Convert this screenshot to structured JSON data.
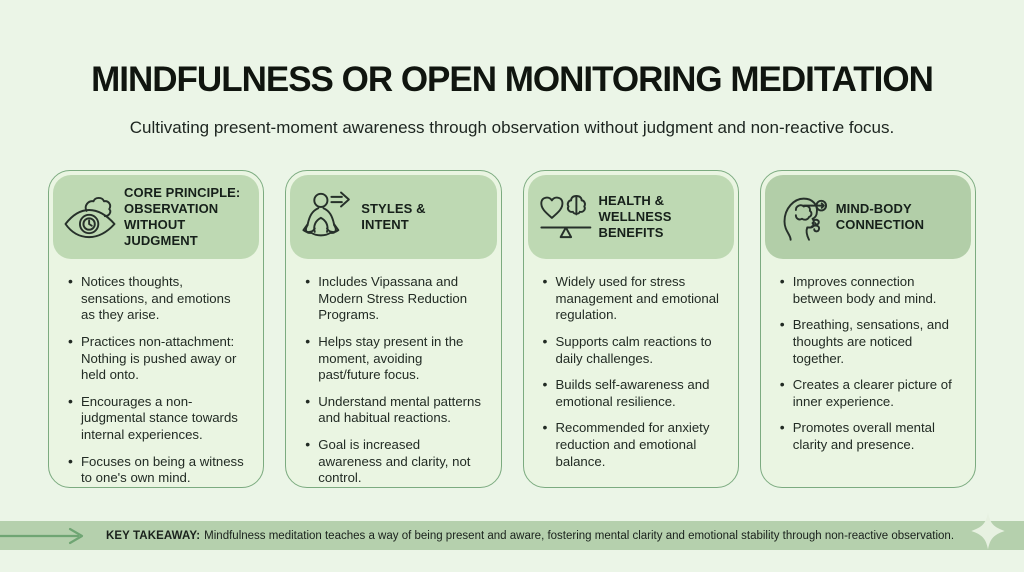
{
  "header": {
    "title": "MINDFULNESS OR OPEN MONITORING MEDITATION",
    "subtitle": "Cultivating present-moment awareness through observation without judgment and non-reactive focus."
  },
  "cards": [
    {
      "icon": "eye-observation-icon",
      "title": "CORE PRINCIPLE:\nOBSERVATION\nWITHOUT\nJUDGMENT",
      "bullets": [
        "Notices thoughts, sensations, and emotions as they arise.",
        "Practices non-attachment: Nothing is pushed away or held onto.",
        "Encourages a non-judgmental stance towards internal experiences.",
        "Focuses on being a witness to one's own mind."
      ]
    },
    {
      "icon": "meditation-pose-icon",
      "title": "STYLES &\nINTENT",
      "bullets": [
        "Includes Vipassana and Modern Stress Reduction Programs.",
        "Helps stay present in the moment, avoiding past/future focus.",
        "Understand mental patterns and habitual reactions.",
        "Goal is increased awareness and clarity, not control."
      ]
    },
    {
      "icon": "heart-brain-balance-icon",
      "title": "HEALTH &\nWELLNESS\nBENEFITS",
      "bullets": [
        "Widely used for stress management and emotional regulation.",
        "Supports calm reactions to daily challenges.",
        "Builds self-awareness and emotional resilience.",
        "Recommended for anxiety reduction and emotional balance."
      ]
    },
    {
      "icon": "head-breath-icon",
      "title": "MIND-BODY\nCONNECTION",
      "bullets": [
        "Improves connection between body and mind.",
        "Breathing, sensations, and thoughts are noticed together.",
        "Creates a clearer picture of inner experience.",
        "Promotes overall mental clarity and presence."
      ]
    }
  ],
  "footer": {
    "label": "KEY TAKEAWAY:",
    "text": "Mindfulness meditation teaches a way of being present and aware, fostering mental clarity and emotional stability through non-reactive observation.",
    "arrow_icon": "right-arrow-icon",
    "sparkle_icon": "sparkle-icon"
  },
  "colors": {
    "background": "#ebf5e7",
    "card_body": "#eaf5e2",
    "card_border": "#7cab80",
    "card_header": "#bed9b3",
    "card_header_alt": "#b2cea8",
    "footer_bar": "#b5d0ad",
    "arrow": "#6fa573",
    "sparkle": "#e7f1e1",
    "icon_stroke": "#26302a"
  }
}
